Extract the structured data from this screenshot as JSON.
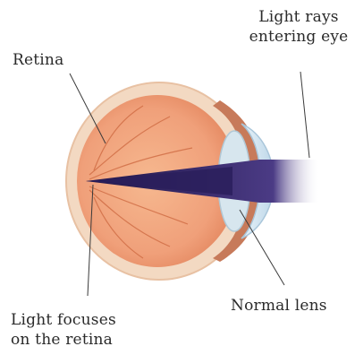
{
  "labels": {
    "rays_line1": "Light rays",
    "rays_line2": "entering eye",
    "retina": "Retina",
    "focus_line1": "Light focuses",
    "focus_line2": "on the retina",
    "lens": "Normal lens"
  },
  "colors": {
    "sclera": "#f3d9c2",
    "interior": "#f0a57a",
    "interior_dark": "#e07b4c",
    "iris": "#c77a5a",
    "cornea": "#cfe3ef",
    "ray": "#3a2a6e",
    "leader": "#3a3a3a",
    "nerve_yellow": "#f1cf6a",
    "nerve_blue": "#4a78c0"
  }
}
